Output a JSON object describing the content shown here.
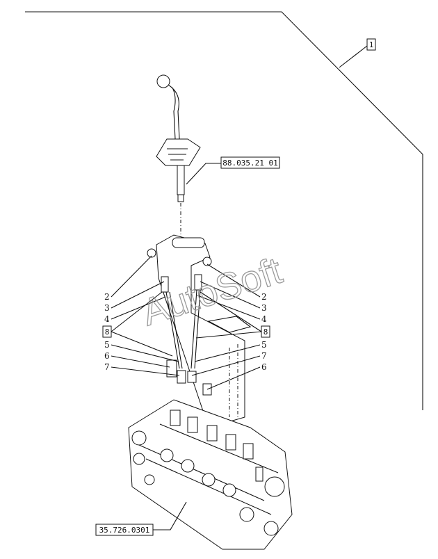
{
  "references": {
    "top_box": "1",
    "lever_ref": "88.035.21 01",
    "valve_ref": "35.726.0301",
    "left_group": "8",
    "right_group": "8"
  },
  "callouts_left": [
    "2",
    "3",
    "4",
    "5",
    "6",
    "7"
  ],
  "callouts_right": [
    "2",
    "3",
    "4",
    "5",
    "7",
    "6"
  ],
  "watermark": "AutoSoft"
}
